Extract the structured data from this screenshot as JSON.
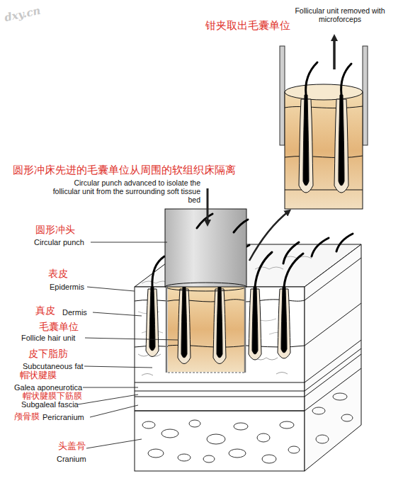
{
  "diagram": {
    "labels": [
      "dxy.cn",
      "Follicular unit removed with microforceps",
      "钳夹取出毛囊单位",
      "圆形冲床先进的毛囊单位从周围的软组织床隔离",
      "Circular punch advanced to isolate the follicular unit from the surrounding soft tissue bed",
      "圆形冲头",
      "Circular punch",
      "表皮",
      "Epidermis",
      "真皮",
      "Dermis",
      "毛囊单位",
      "Follicle hair unit",
      "皮下脂肪",
      "Subcutaneous fat",
      "帽状腱膜",
      "Galea aponeurotica",
      "帽状腱膜下筋膜",
      "Subgaleal fascia",
      "颅骨膜",
      "Pericranium",
      "头盖骨",
      "Cranium"
    ]
  }
}
